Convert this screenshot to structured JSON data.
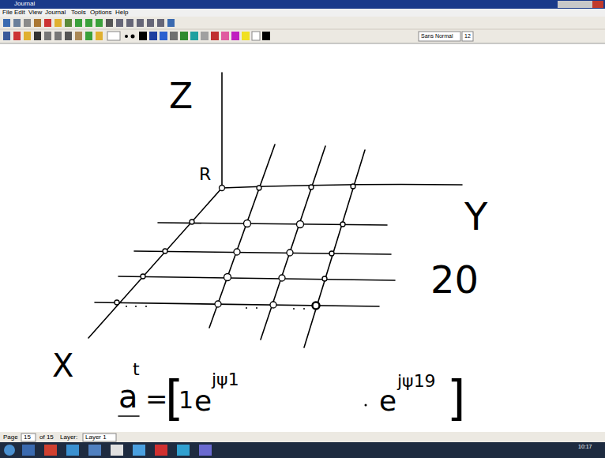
{
  "diagram": {
    "labels": [
      "Journal",
      "File",
      "Edit",
      "View",
      "Journal",
      "Tools",
      "Options",
      "Help",
      "Sans Normal",
      "12",
      "Z",
      "R",
      "Y",
      "20",
      "X",
      "a",
      "t",
      "=",
      "[",
      "1",
      "e",
      "jψ1",
      "e",
      "jψ19",
      "]",
      "Page",
      "15",
      "of 15",
      "Layer:",
      "Layer 1",
      "10:17"
    ]
  }
}
